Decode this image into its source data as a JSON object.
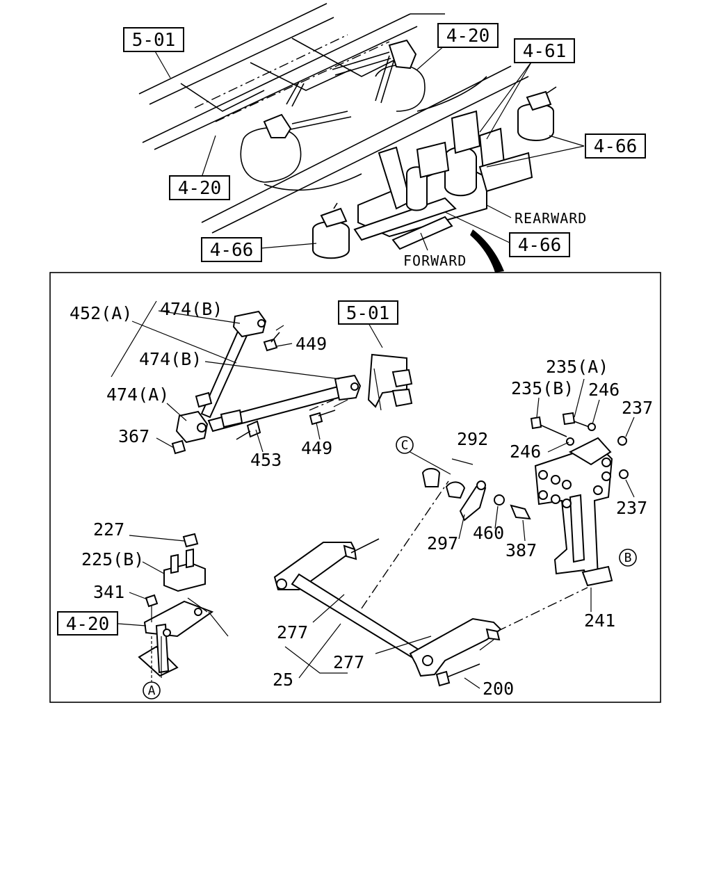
{
  "top_refs": [
    "5-01",
    "4-20",
    "4-61",
    "4-66",
    "4-20",
    "4-66",
    "4-66"
  ],
  "directions": {
    "rearward": "REARWARD",
    "forward": "FORWARD"
  },
  "detail_refs": {
    "ref_501": "5-01",
    "ref_420": "4-20"
  },
  "circle_markers": {
    "c": "C",
    "b": "B",
    "a": "A"
  },
  "parts": {
    "p452a": "452(A)",
    "p474b_top": "474(B)",
    "p449_top": "449",
    "p474b_mid": "474(B)",
    "p474a": "474(A)",
    "p367": "367",
    "p453": "453",
    "p449_bot": "449",
    "p235a": "235(A)",
    "p235b": "235(B)",
    "p246_top": "246",
    "p237_top": "237",
    "p246_mid": "246",
    "p237_bot": "237",
    "p292": "292",
    "p297": "297",
    "p460": "460",
    "p387": "387",
    "p227": "227",
    "p225b": "225(B)",
    "p341": "341",
    "p277_a": "277",
    "p277_b": "277",
    "p25": "25",
    "p200": "200",
    "p241": "241"
  }
}
